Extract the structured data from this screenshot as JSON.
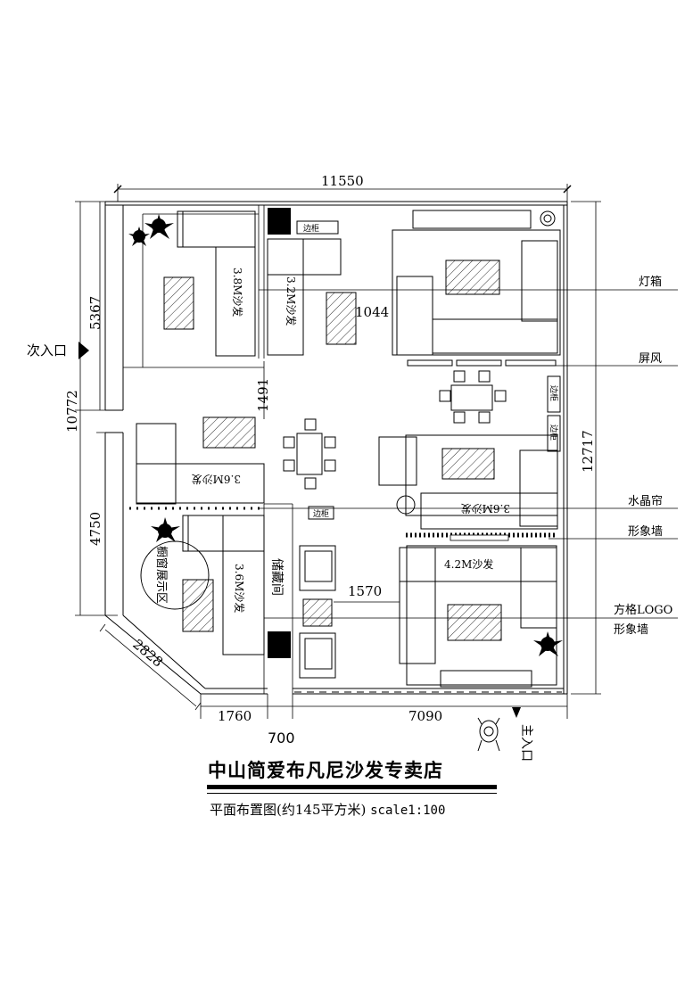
{
  "title": "中山简爱布凡尼沙发专卖店",
  "subtitle": "平面布置图(约145平方米)",
  "scale": "scale1:100",
  "dimensions": {
    "top": "11550",
    "left_upper": "5367",
    "left_total": "10772",
    "left_lower": "4750",
    "right_total": "12717",
    "diagonal": "2828",
    "bottom_left": "1760",
    "bottom_right": "7090",
    "gap_1044": "1044",
    "gap_1491": "1491",
    "gap_1570": "1570",
    "below_700": "700"
  },
  "entrances": {
    "secondary": "次入口",
    "main": "主入口"
  },
  "furniture": {
    "sofa_38": "3.8M沙发",
    "sofa_32": "3.2M沙发",
    "sofa_36_mid": "3.6M沙发",
    "sofa_36_right": "3.6M沙发",
    "sofa_36_lower": "3.6M沙发",
    "sofa_42": "4.2M沙发",
    "side_cabinet": "边柜",
    "side_cabinet_2": "边柜",
    "side_cabinet_3": "边柜",
    "side_cabinet_4": "边柜",
    "storage": "储藏间",
    "window_display": "橱窗展示区"
  },
  "callouts": {
    "lightbox": "灯箱",
    "screen": "屏风",
    "crystal_curtain": "水晶帘",
    "image_wall": "形象墙",
    "logo": "方格LOGO",
    "image_wall_2": "形象墙"
  }
}
